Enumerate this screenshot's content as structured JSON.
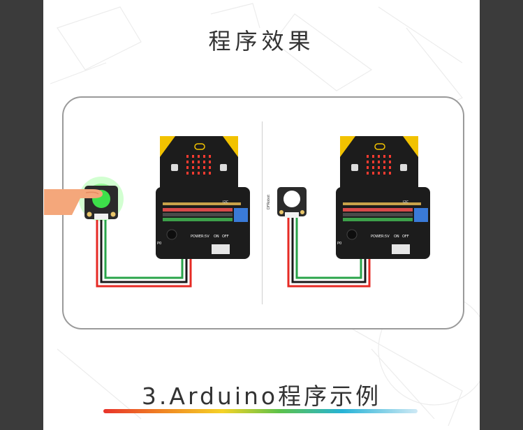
{
  "page": {
    "title": "程序效果",
    "section_heading": "3.Arduino程序示例"
  },
  "scenes": [
    {
      "id": "pressed",
      "button_lit": true,
      "button_color": "#3de04a"
    },
    {
      "id": "released",
      "button_lit": false,
      "button_color": "#ffffff"
    }
  ],
  "board_labels": {
    "power": "POWER:5V",
    "on": "ON",
    "off": "OFF",
    "i2c": "I2C",
    "p0": "P0",
    "logo": "DFRobot"
  },
  "colors": {
    "wire_red": "#e62a24",
    "wire_black": "#1a1a1a",
    "wire_green": "#2aa44a",
    "board": "#1c1c1c",
    "accent_yellow": "#f2c200",
    "led_red": "#ff3b30"
  }
}
